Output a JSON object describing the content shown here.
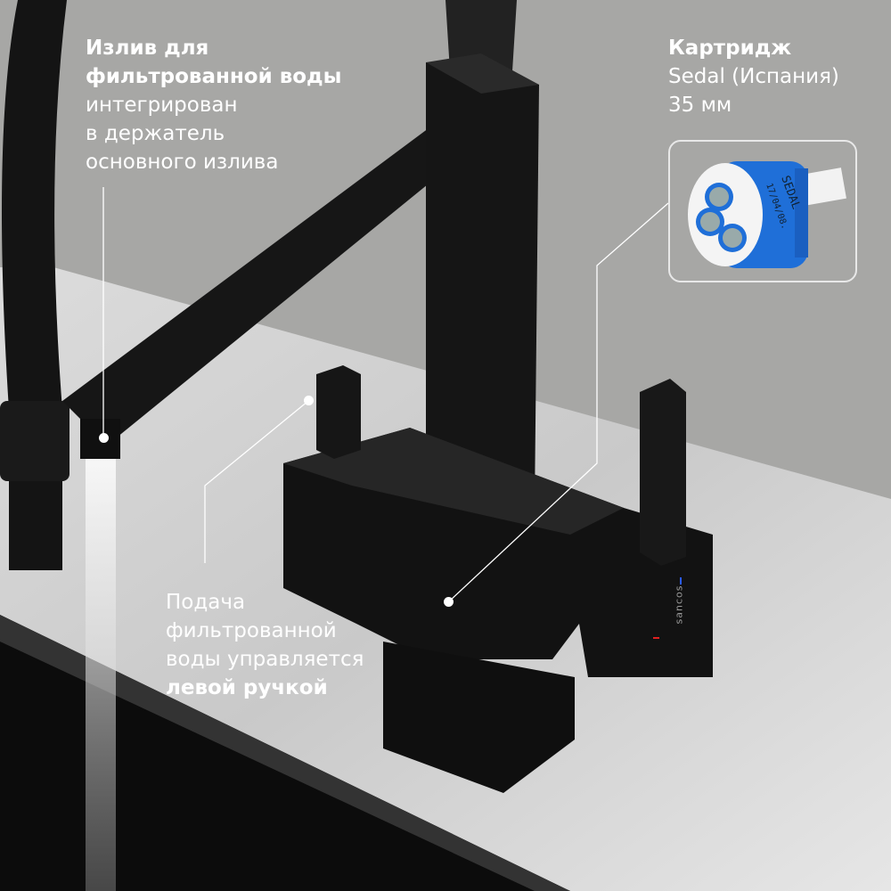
{
  "callouts": {
    "spout": {
      "title_lines": [
        "Излив для",
        "фильтрованной воды"
      ],
      "body_lines": [
        "интегрирован",
        "в держатель",
        "основного излива"
      ]
    },
    "cartridge": {
      "title": "Картридж",
      "body_lines": [
        "Sedal (Испания)",
        "35 мм"
      ],
      "image_text": {
        "brand": "SEDAL",
        "code": "17/04/08."
      }
    },
    "control": {
      "body_lines": [
        "Подача",
        "фильтрованной",
        "воды управляется"
      ],
      "bold_line": "левой ручкой"
    }
  },
  "product_logo": "sancos",
  "colors": {
    "background": "#a7a7a5",
    "faucet": "#121212",
    "cartridge_blue": "#1f6fd8",
    "text": "#ffffff"
  }
}
